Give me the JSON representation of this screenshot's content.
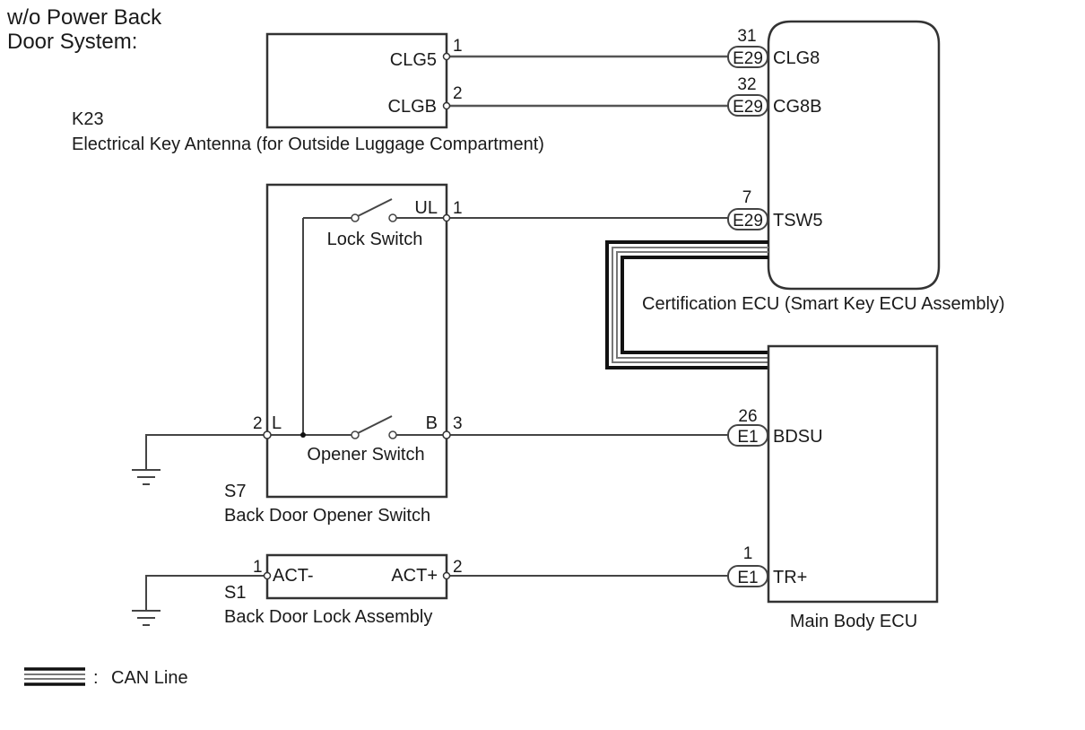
{
  "title": {
    "line1": "w/o Power Back",
    "line2": "Door System:"
  },
  "components": {
    "k23": {
      "code": "K23",
      "name": "Electrical Key Antenna (for Outside Luggage Compartment)",
      "terminals": [
        {
          "pin": "1",
          "name": "CLG5"
        },
        {
          "pin": "2",
          "name": "CLGB"
        }
      ]
    },
    "s7": {
      "code": "S7",
      "name": "Back Door Opener Switch",
      "lock_switch_label": "Lock Switch",
      "opener_switch_label": "Opener Switch",
      "terminals": [
        {
          "pin": "1",
          "name": "UL"
        },
        {
          "pin": "2",
          "name": "L"
        },
        {
          "pin": "3",
          "name": "B"
        }
      ]
    },
    "s1": {
      "code": "S1",
      "name": "Back Door Lock Assembly",
      "terminals": [
        {
          "pin": "1",
          "name": "ACT-"
        },
        {
          "pin": "2",
          "name": "ACT+"
        }
      ]
    },
    "cert_ecu": {
      "name": "Certification ECU (Smart Key ECU Assembly)",
      "terminals": [
        {
          "connector": "E29",
          "pin": "31",
          "name": "CLG8"
        },
        {
          "connector": "E29",
          "pin": "32",
          "name": "CG8B"
        },
        {
          "connector": "E29",
          "pin": "7",
          "name": "TSW5"
        }
      ]
    },
    "main_body_ecu": {
      "name": "Main Body ECU",
      "terminals": [
        {
          "connector": "E1",
          "pin": "26",
          "name": "BDSU"
        },
        {
          "connector": "E1",
          "pin": "1",
          "name": "TR+"
        }
      ]
    }
  },
  "wires": [
    {
      "from": "K23-1 CLG5",
      "to": "E29-31 CLG8"
    },
    {
      "from": "K23-2 CLGB",
      "to": "E29-32 CG8B"
    },
    {
      "from": "S7-1 UL",
      "to": "E29-7 TSW5"
    },
    {
      "from": "S7-3 B",
      "to": "E1-26 BDSU"
    },
    {
      "from": "S1-2 ACT+",
      "to": "E1-1 TR+"
    },
    {
      "from": "S7-2 L",
      "to": "ground"
    },
    {
      "from": "S1-1 ACT-",
      "to": "ground"
    },
    {
      "from": "Certification ECU",
      "to": "Main Body ECU",
      "type": "CAN"
    }
  ],
  "legend": {
    "separator": ":",
    "can_line": "CAN Line"
  }
}
